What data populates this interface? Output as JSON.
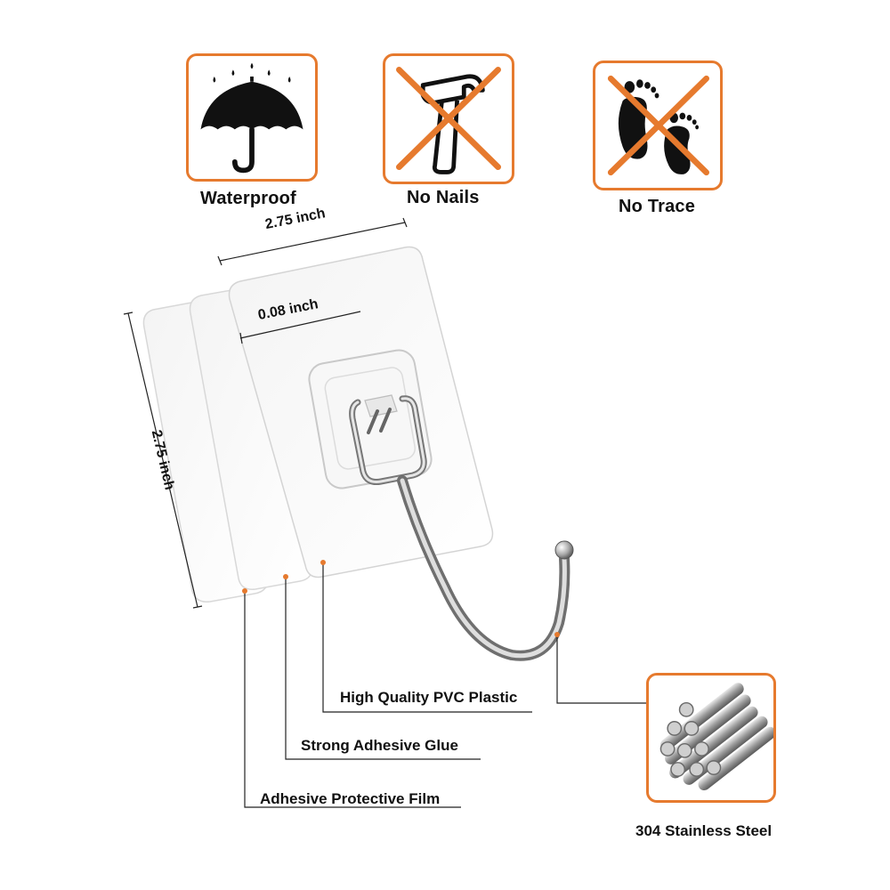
{
  "features": {
    "waterproof": "Waterproof",
    "no_nails": "No Nails",
    "no_trace": "No Trace"
  },
  "dimensions": {
    "width": "2.75 inch",
    "height": "2.75 inch",
    "thickness": "0.08 inch"
  },
  "layers": {
    "pvc": "High Quality PVC Plastic",
    "glue": "Strong Adhesive Glue",
    "film": "Adhesive Protective Film"
  },
  "material": {
    "label": "304 Stainless Steel"
  },
  "colors": {
    "accent": "#e67a2e"
  }
}
